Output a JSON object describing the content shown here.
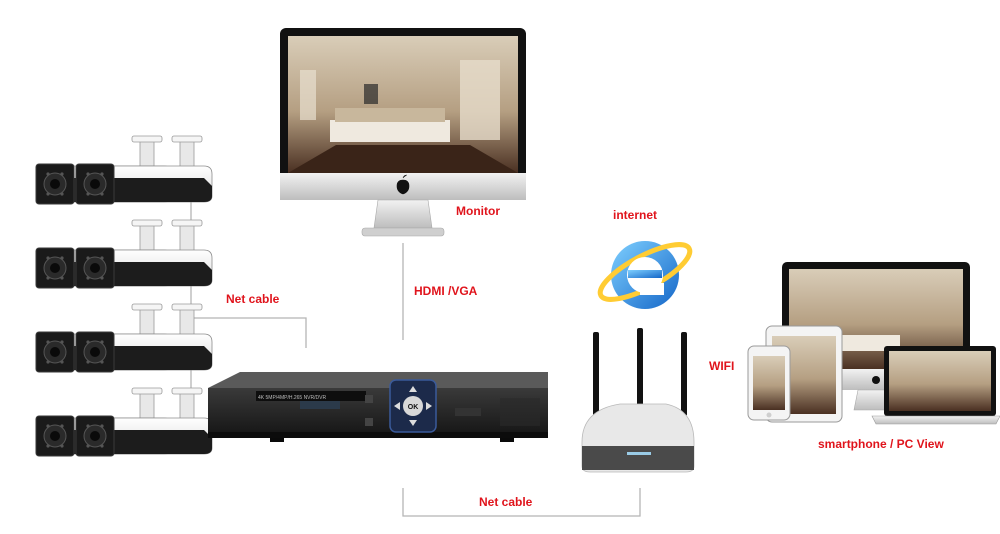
{
  "labels": {
    "monitor": "Monitor",
    "internet": "internet",
    "hdmi_vga": "HDMI /VGA",
    "net_cable_cameras": "Net cable",
    "net_cable_bottom": "Net cable",
    "wifi": "WIFI",
    "view": "smartphone / PC View"
  },
  "dvr": {
    "model_text": "4K 5MP/4MP/H.265 NVR/DVR",
    "ok": "OK"
  },
  "colors": {
    "label_red": "#e0141c",
    "label_black": "#111111",
    "line": "#b5b5b5",
    "ie_blue": "#2f8fe0"
  },
  "icons": [
    "camera-icon",
    "monitor-icon",
    "apple-logo-icon",
    "dvr-icon",
    "internet-explorer-icon",
    "router-icon",
    "smartphone-icon",
    "tablet-icon",
    "laptop-icon"
  ]
}
